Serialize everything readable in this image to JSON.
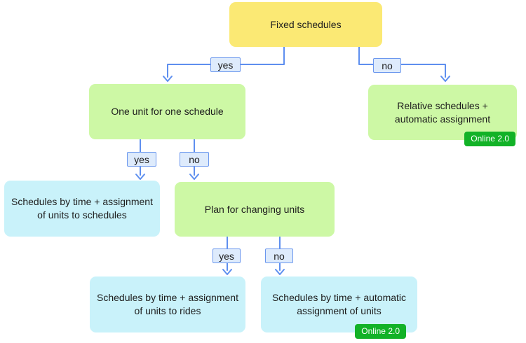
{
  "diagram": {
    "nodes": {
      "root": {
        "label": "Fixed schedules"
      },
      "one_unit": {
        "label": "One unit for one schedule"
      },
      "relative": {
        "label": "Relative schedules + automatic assignment",
        "badge": "Online 2.0"
      },
      "by_time_schedules": {
        "label": "Schedules by time + assignment of units to schedules"
      },
      "plan_changing": {
        "label": "Plan for changing units"
      },
      "by_time_rides": {
        "label": "Schedules by time + assignment of units to rides"
      },
      "by_time_auto": {
        "label": "Schedules by time + automatic assignment of units",
        "badge": "Online 2.0"
      }
    },
    "edge_labels": {
      "top_yes": "yes",
      "top_no": "no",
      "mid_yes": "yes",
      "mid_no": "no",
      "low_yes": "yes",
      "low_no": "no"
    },
    "colors": {
      "node_yellow": "#FBE974",
      "node_green": "#CDF8A5",
      "node_cyan": "#C9F2FA",
      "edge_blue": "#5E8FEF",
      "edge_label_fill": "#DEEBFC",
      "edge_label_border": "#6B97EE",
      "badge_green": "#12B227",
      "text": "#1D1D1D"
    }
  }
}
